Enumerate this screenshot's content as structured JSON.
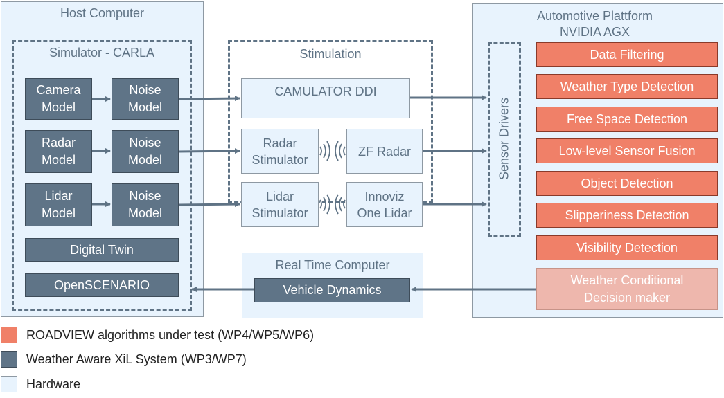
{
  "host_computer": {
    "title": "Host Computer",
    "simulator": {
      "title": "Simulator - CARLA",
      "rows": [
        {
          "model": "Camera\nModel",
          "noise": "Noise\nModel"
        },
        {
          "model": "Radar\nModel",
          "noise": "Noise\nModel"
        },
        {
          "model": "Lidar\nModel",
          "noise": "Noise\nModel"
        }
      ],
      "digital_twin": "Digital Twin",
      "openscenario": "OpenSCENARIO"
    }
  },
  "stimulation": {
    "title": "Stimulation",
    "camulator": "CAMULATOR DDI",
    "radar_stimulator": "Radar\nStimulator",
    "zf_radar": "ZF Radar",
    "lidar_stimulator": "Lidar\nStimulator",
    "innoviz": "Innoviz\nOne Lidar"
  },
  "real_time_computer": {
    "title": "Real Time Computer",
    "vehicle_dynamics": "Vehicle Dynamics"
  },
  "automotive_platform": {
    "title": "Automotive Plattform\nNVIDIA AGX",
    "sensor_drivers": "Sensor Drivers",
    "algorithms": [
      "Data Filtering",
      "Weather Type Detection",
      "Free Space Detection",
      "Low-level Sensor Fusion",
      "Object Detection",
      "Slipperiness Detection",
      "Visibility Detection"
    ],
    "decision_maker": "Weather Conditional\nDecision maker"
  },
  "legend": [
    {
      "label": "ROADVIEW algorithms under test (WP4/WP5/WP6)",
      "color": "#f08068"
    },
    {
      "label": "Weather Aware XiL System (WP3/WP7)",
      "color": "#5f7487"
    },
    {
      "label": "Hardware",
      "color": "#e8f3fd"
    }
  ],
  "colors": {
    "algorithm": "#f08068",
    "xil_system": "#5f7487",
    "hardware": "#e8f3fd",
    "decision_maker": "#eeb7ad",
    "line": "#5f7385"
  }
}
